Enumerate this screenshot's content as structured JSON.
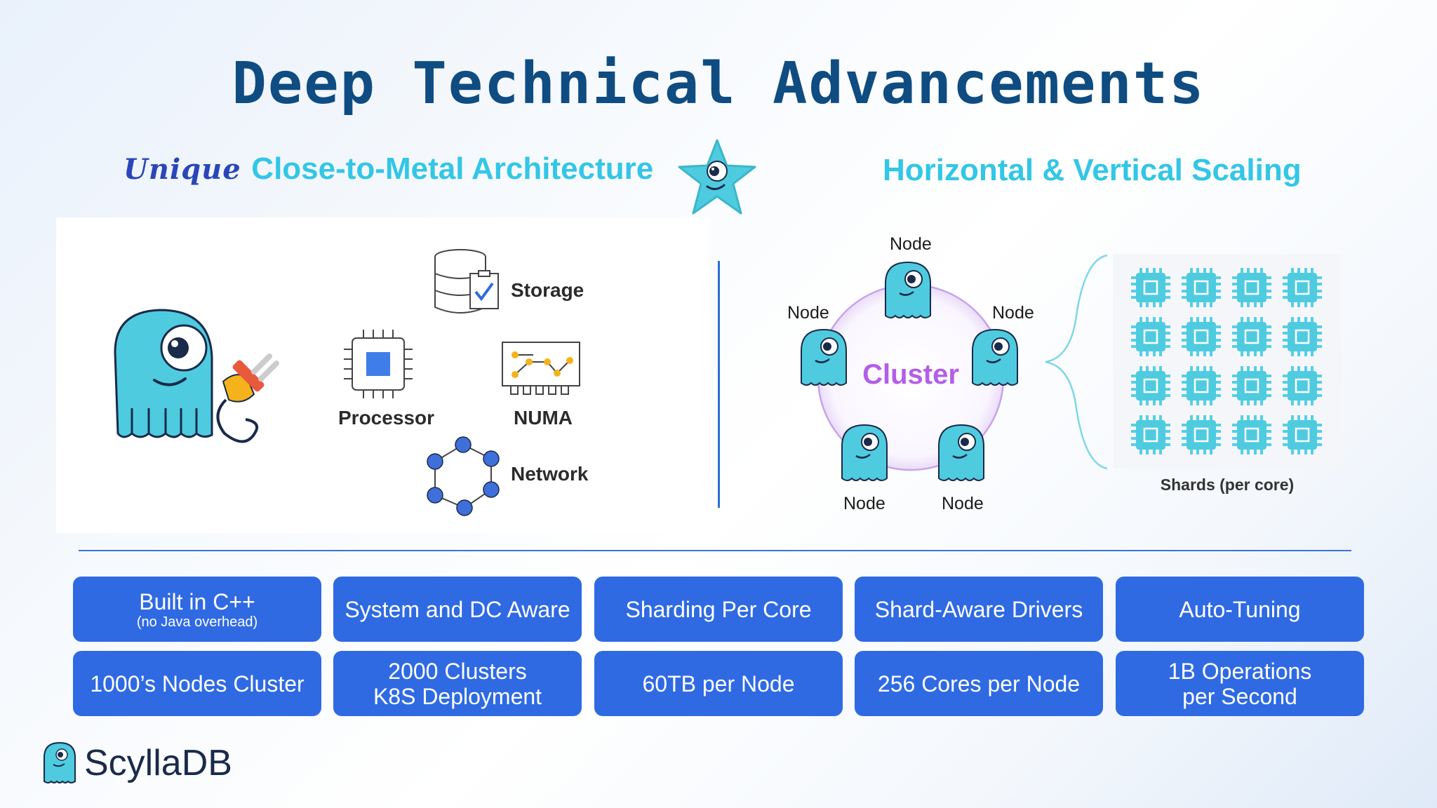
{
  "slide": {
    "title": "Deep Technical Advancements",
    "left_heading": {
      "emphasis": "Unique",
      "text": "Close-to-Metal Architecture"
    },
    "right_heading": "Horizontal & Vertical Scaling"
  },
  "architecture": {
    "storage": "Storage",
    "processor": "Processor",
    "numa": "NUMA",
    "network": "Network"
  },
  "cluster": {
    "center": "Cluster",
    "nodes": [
      "Node",
      "Node",
      "Node",
      "Node",
      "Node"
    ],
    "shards_label": "Shards (per core)"
  },
  "features": [
    {
      "main": "Built in C++",
      "sub": "(no Java overhead)"
    },
    {
      "main": "System and DC Aware"
    },
    {
      "main": "Sharding Per Core"
    },
    {
      "main": "Shard-Aware Drivers"
    },
    {
      "main": "Auto-Tuning"
    },
    {
      "main": "1000’s Nodes Cluster"
    },
    {
      "main": "2000 Clusters",
      "line2": "K8S Deployment"
    },
    {
      "main": "60TB per Node"
    },
    {
      "main": "256 Cores per Node"
    },
    {
      "main": "1B Operations",
      "line2": "per Second"
    }
  ],
  "brand": "ScyllaDB",
  "colors": {
    "title": "#0f4c81",
    "accent_cyan": "#33c6e6",
    "button_blue": "#2f6ae3",
    "mascot": "#4fcbe0"
  }
}
